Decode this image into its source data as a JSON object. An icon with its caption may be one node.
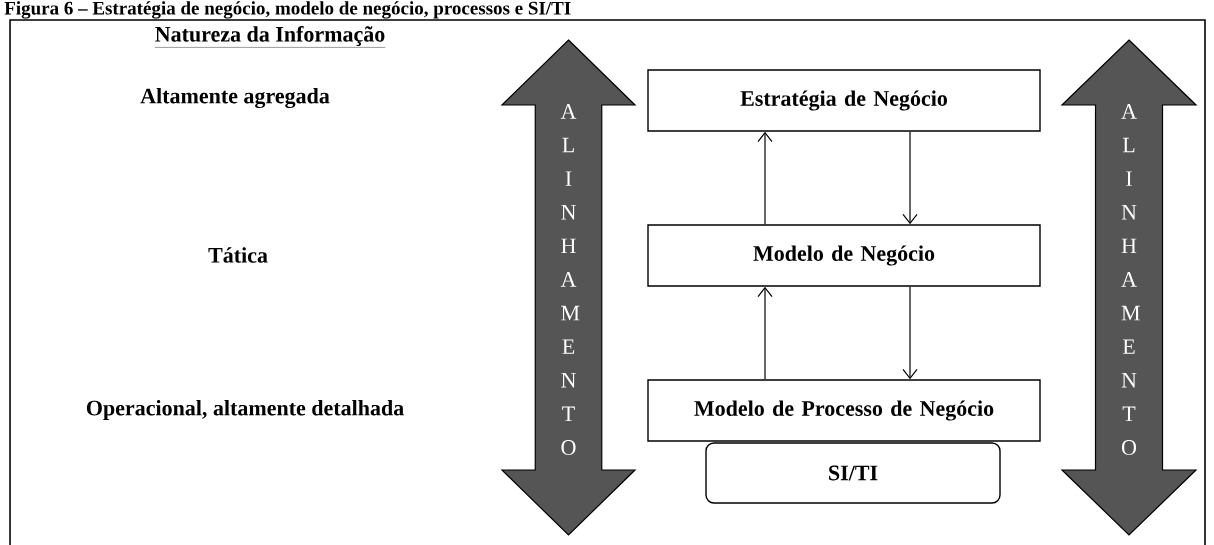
{
  "diagram": {
    "title": "Figura 6 – Estratégia de negócio, modelo de negócio, processos e SI/TI",
    "nodes": [
      {
        "text": [
          "Estratégia de Negócio"
        ]
      },
      {
        "text": [
          "Modelo de Negócio"
        ]
      },
      {
        "text": [
          "Modelo de Processo de Negócio"
        ]
      },
      {
        "text": [
          "SI/TI"
        ]
      },
      {
        "text": [
          "A L I N H A M E N T O"
        ]
      },
      {
        "text": [
          "A L I N H A M E N T O"
        ]
      }
    ],
    "edges": [
      {
        "from": 1,
        "to": 0,
        "arrow": "to"
      },
      {
        "from": 0,
        "to": 1,
        "arrow": "to"
      },
      {
        "from": 2,
        "to": 1,
        "arrow": "to"
      },
      {
        "from": 1,
        "to": 2,
        "arrow": "to"
      }
    ],
    "labels": [
      "Natureza da Informação",
      "Altamente agregada",
      "Tática",
      "Operacional, altamente detalhada"
    ]
  }
}
